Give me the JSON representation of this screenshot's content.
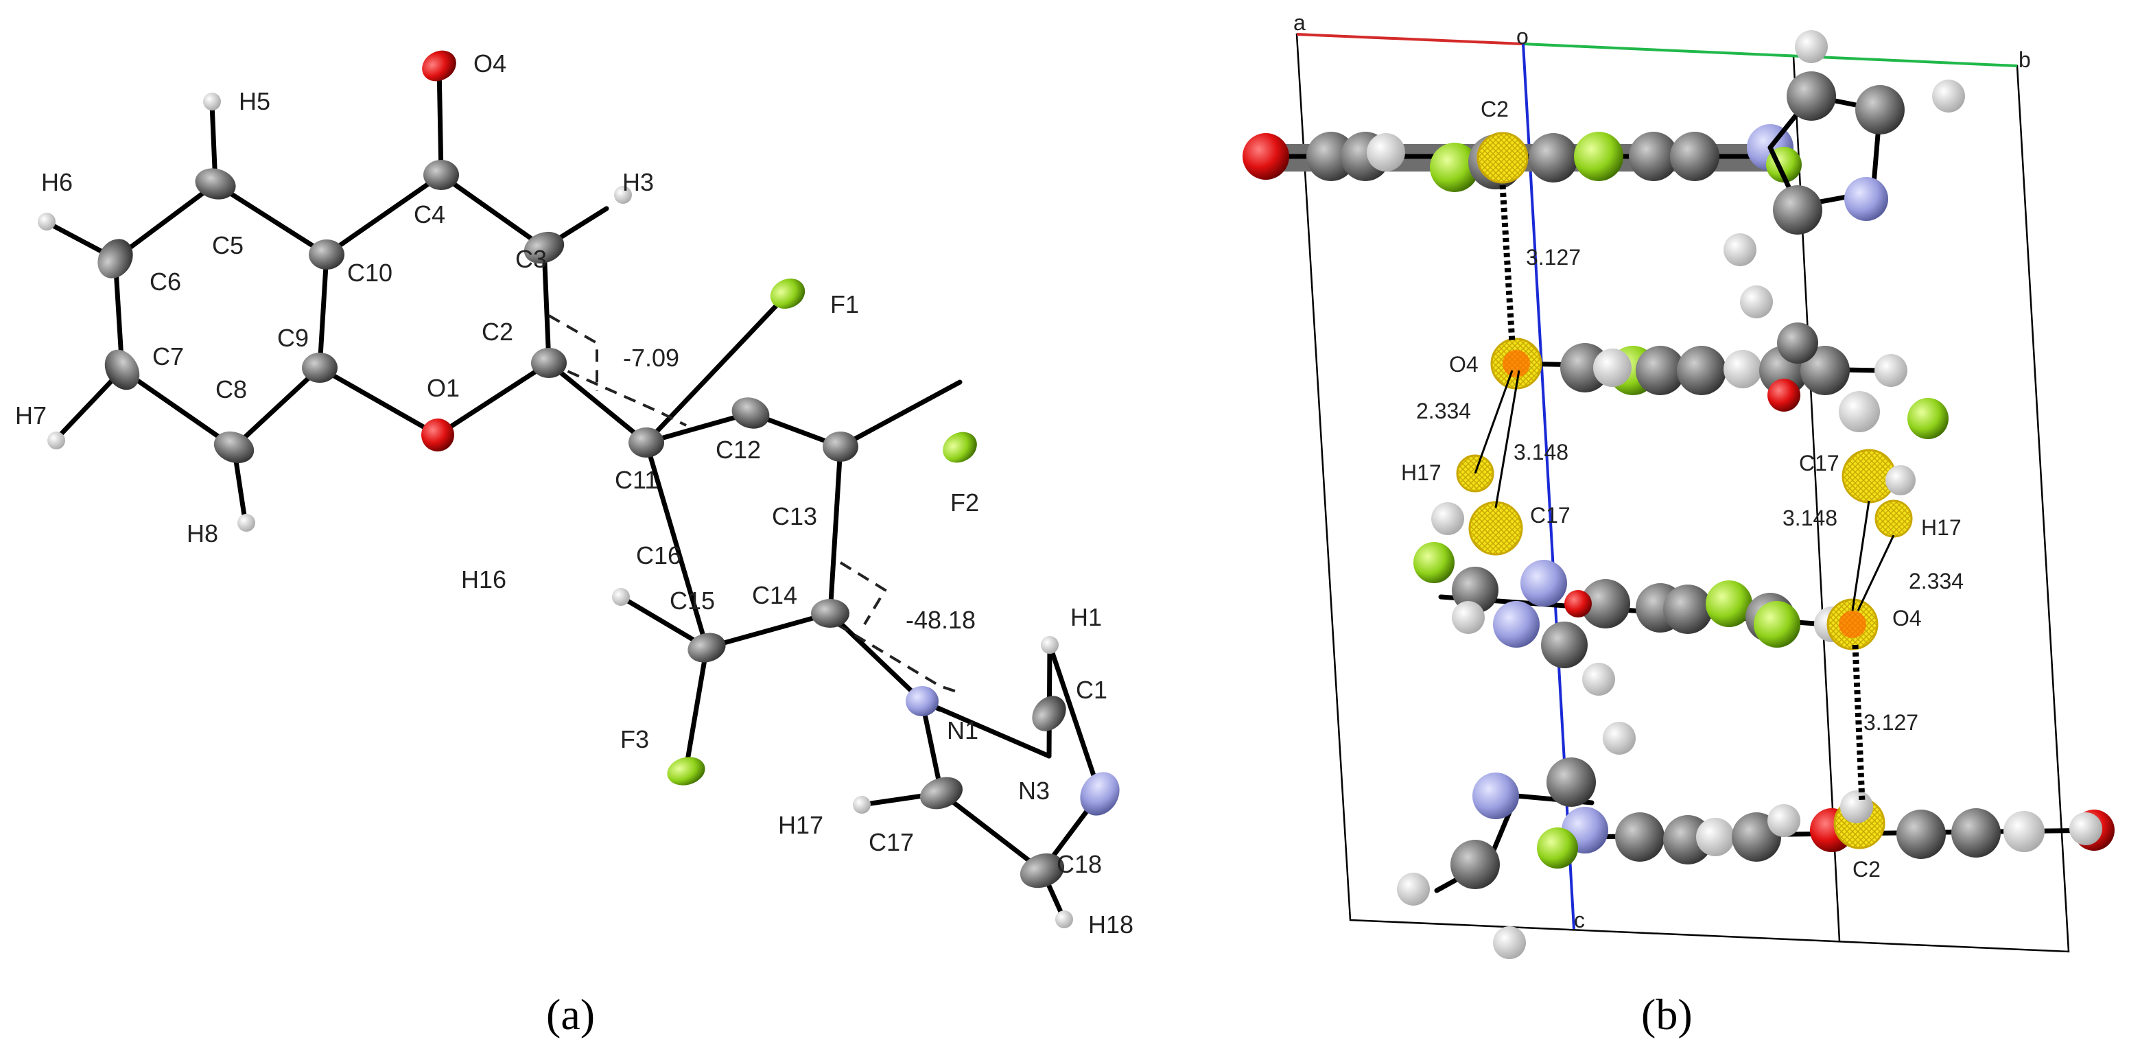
{
  "panel_a": {
    "caption": "(a)",
    "atoms": {
      "O4": "O4",
      "H5": "H5",
      "H6": "H6",
      "C4": "C4",
      "H3": "H3",
      "C5": "C5",
      "C3": "C3",
      "C6": "C6",
      "C10": "C10",
      "F1": "F1",
      "C2": "C2",
      "C9": "C9",
      "C7": "C7",
      "O1": "O1",
      "C8": "C8",
      "H7": "H7",
      "C12": "C12",
      "F2": "F2",
      "C11": "C11",
      "C13": "C13",
      "H8": "H8",
      "H16": "H16",
      "C16": "C16",
      "C15": "C15",
      "C14": "C14",
      "H1": "H1",
      "C1": "C1",
      "N1": "N1",
      "F3": "F3",
      "N3": "N3",
      "H17": "H17",
      "C17": "C17",
      "C18": "C18",
      "H18": "H18"
    },
    "torsion_1": "-7.09",
    "torsion_2": "-48.18"
  },
  "panel_b": {
    "caption": "(b)",
    "axes": {
      "a": "a",
      "o": "o",
      "b": "b",
      "c": "c"
    },
    "labels": {
      "C2_top": "C2",
      "d1": "3.127",
      "O4_left": "O4",
      "d2": "2.334",
      "d3": "3.148",
      "H17_left": "H17",
      "C17_left": "C17",
      "C17_right": "C17",
      "d4": "3.148",
      "H17_right": "H17",
      "d5": "2.334",
      "O4_right": "O4",
      "d6": "3.127",
      "C2_bottom": "C2"
    }
  },
  "colors": {
    "carbon": "#6e6e6e",
    "hydrogen": "#d8d8d8",
    "oxygen": "#e01010",
    "nitrogen": "#9a9ee0",
    "fluorine": "#8fd11a",
    "highlight": "#f2e21a",
    "axis_a": "#d42a2a",
    "axis_b": "#20b84a",
    "axis_c": "#1a2ad6"
  }
}
